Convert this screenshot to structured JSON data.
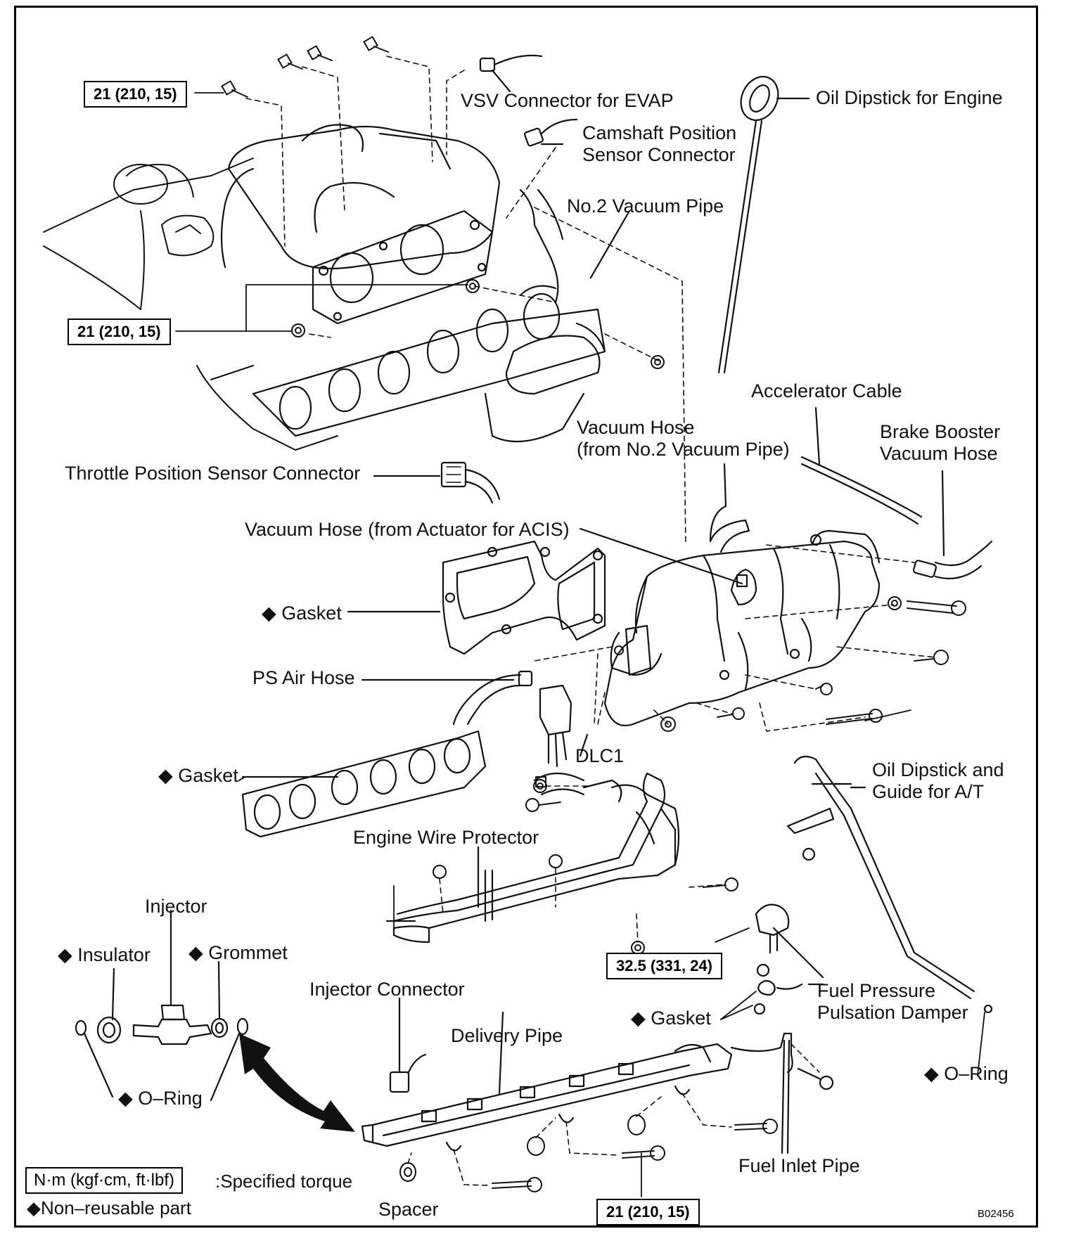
{
  "labels": {
    "vsv_connector": "VSV Connector for EVAP",
    "oil_dipstick_engine": "Oil Dipstick for Engine",
    "camshaft_sensor_1": "Camshaft Position",
    "camshaft_sensor_2": "Sensor Connector",
    "no2_vacuum_pipe": "No.2 Vacuum Pipe",
    "accelerator_cable": "Accelerator Cable",
    "vacuum_hose_no2_1": "Vacuum Hose",
    "vacuum_hose_no2_2": "(from No.2 Vacuum Pipe)",
    "brake_booster_1": "Brake Booster",
    "brake_booster_2": "Vacuum Hose",
    "throttle_sensor": "Throttle Position Sensor Connector",
    "vacuum_hose_acis": "Vacuum Hose (from Actuator for ACIS)",
    "gasket_upper": "Gasket",
    "ps_air_hose": "PS Air Hose",
    "gasket_middle": "Gasket",
    "dlc1": "DLC1",
    "oil_dipstick_at_1": "Oil Dipstick and",
    "oil_dipstick_at_2": "Guide for A/T",
    "engine_wire_protector": "Engine Wire Protector",
    "injector": "Injector",
    "insulator": "Insulator",
    "grommet": "Grommet",
    "injector_connector": "Injector Connector",
    "fuel_pressure_1": "Fuel Pressure",
    "fuel_pressure_2": "Pulsation Damper",
    "gasket_lower": "Gasket",
    "delivery_pipe": "Delivery Pipe",
    "o_ring_left": "O–Ring",
    "o_ring_right": "O–Ring",
    "fuel_inlet_pipe": "Fuel Inlet Pipe",
    "spacer": "Spacer",
    "specified_torque": ":Specified torque",
    "non_reusable": "Non–reusable part",
    "diamond": "◆"
  },
  "torque": {
    "top": "21 (210, 15)",
    "middle": "21 (210, 15)",
    "protector": "32.5 (331, 24)",
    "bottom": "21 (210, 15)",
    "legend": "N·m (kgf·cm, ft·lbf)"
  },
  "figure_code": "B02456"
}
